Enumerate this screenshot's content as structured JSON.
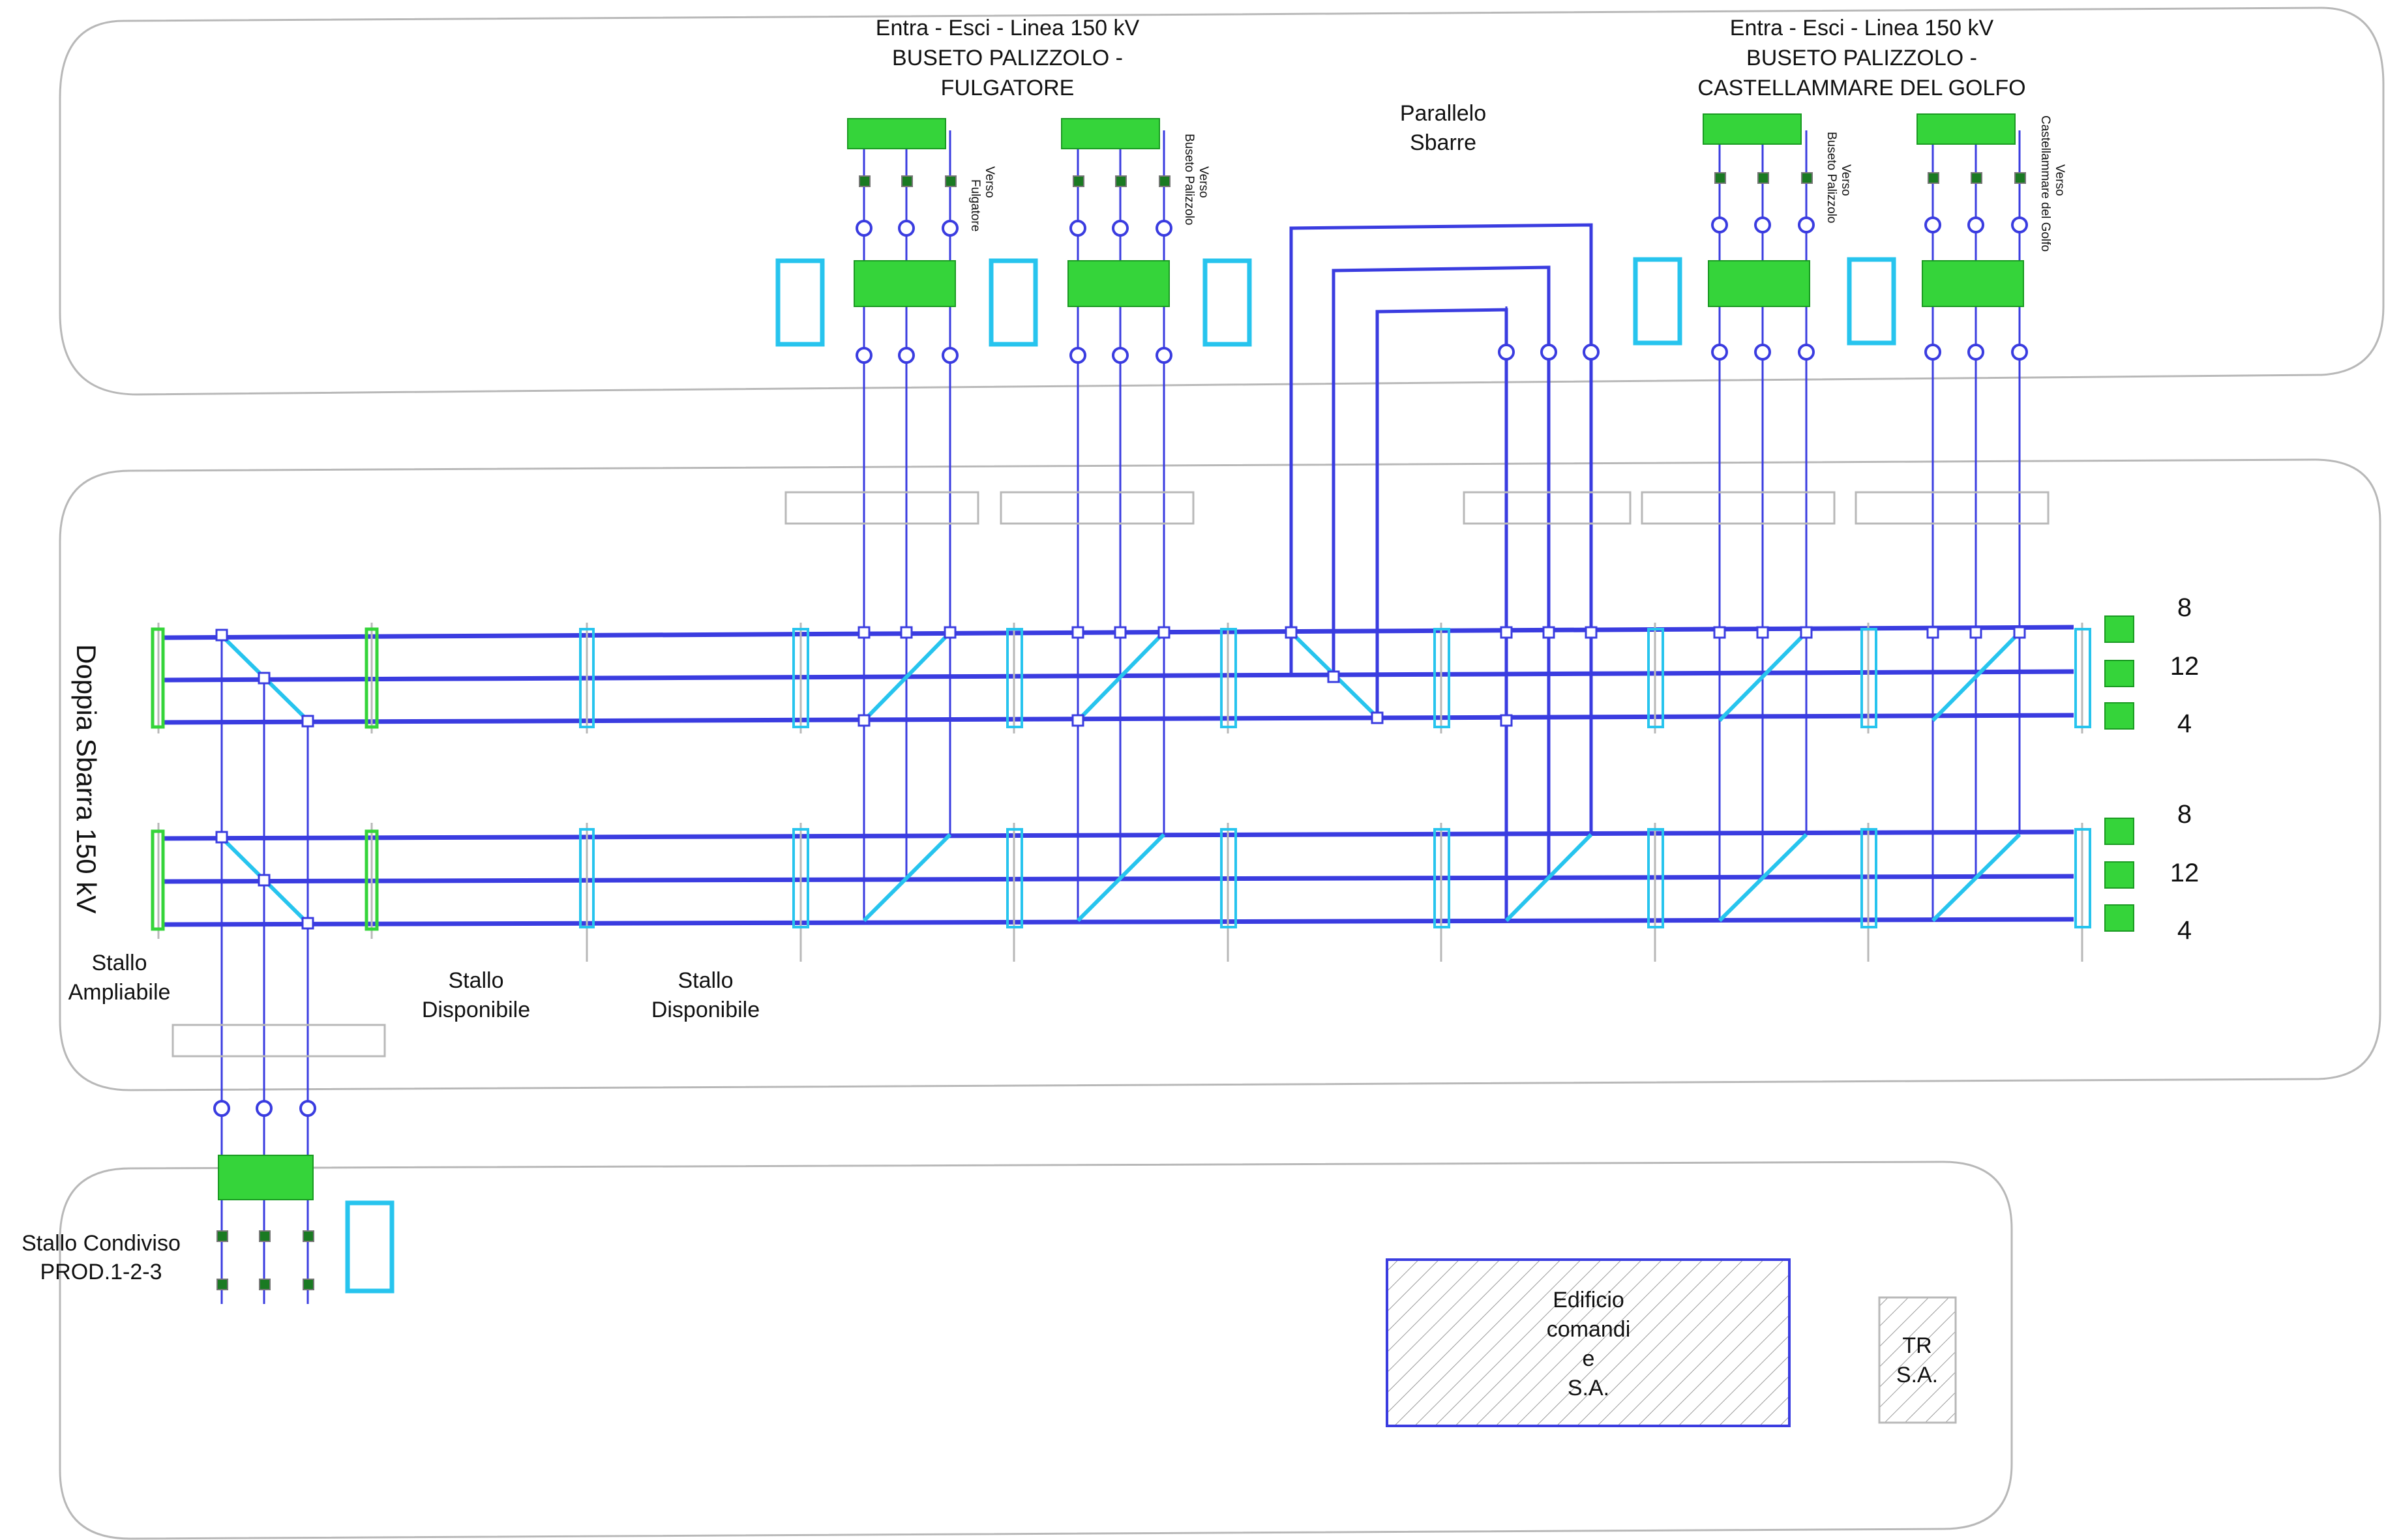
{
  "colors": {
    "busbar": "#3a3ce0",
    "accent_cyan": "#27c4ee",
    "accent_green": "#35d43a",
    "outline": "#b8b8b8",
    "hatch": "#9a9a9a",
    "text": "#111111"
  },
  "titles": {
    "line_left": [
      "Entra - Esci - Linea 150 kV",
      "BUSETO PALIZZOLO -",
      "FULGATORE"
    ],
    "line_right": [
      "Entra - Esci - Linea 150 kV",
      "BUSETO PALIZZOLO -",
      "CASTELLAMMARE DEL GOLFO"
    ],
    "parallel": [
      "Parallelo",
      "Sbarre"
    ]
  },
  "small_labels": {
    "left_a": [
      "Verso",
      "Fulgatore"
    ],
    "left_b": [
      "Verso",
      "Buseto Palizzolo"
    ],
    "right_a": [
      "Verso",
      "Buseto Palizzolo"
    ],
    "right_b": [
      "Verso",
      "Castellammare del Golfo"
    ]
  },
  "busbar": {
    "title": "Doppia Sbarra 150 kV",
    "upper_numbers": [
      "8",
      "12",
      "4"
    ],
    "lower_numbers": [
      "8",
      "12",
      "4"
    ]
  },
  "bays": {
    "ampliabile": [
      "Stallo",
      "Ampliabile"
    ],
    "disponibile_1": [
      "Stallo",
      "Disponibile"
    ],
    "disponibile_2": [
      "Stallo",
      "Disponibile"
    ],
    "condiviso": [
      "Stallo Condiviso",
      "PROD.1-2-3"
    ]
  },
  "buildings": {
    "control": [
      "Edificio",
      "comandi",
      "e",
      "S.A."
    ],
    "tr": [
      "TR",
      "S.A."
    ]
  }
}
